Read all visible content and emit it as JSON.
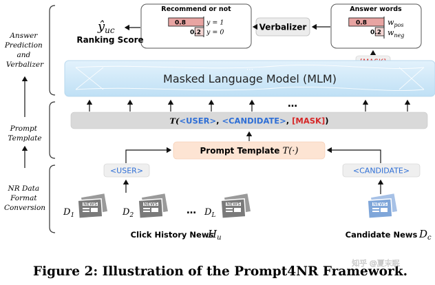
{
  "stages": [
    {
      "label": [
        "Answer",
        "Prediction",
        "and",
        "Verbalizer"
      ]
    },
    {
      "label": [
        "Prompt",
        "Template"
      ]
    },
    {
      "label": [
        "NR Data",
        "Format",
        "Conversion"
      ]
    }
  ],
  "recommend_box": {
    "title": "Recommend or not",
    "bars": [
      {
        "value": "0.8",
        "fraction": 0.8,
        "label": "y = 1",
        "color": "#e8a4a2"
      },
      {
        "value": "0.2",
        "fraction": 0.2,
        "label": "y = 0",
        "color": "#f3d5d3"
      }
    ]
  },
  "ranking": {
    "symbol": "ŷ",
    "subscript": "uc",
    "label": "Ranking Score"
  },
  "verbalizer": {
    "label": "Verbalizer"
  },
  "answer_box": {
    "title": "Answer words",
    "bars": [
      {
        "value": "0.8",
        "fraction": 0.8,
        "label": "w",
        "sub": "pos",
        "color": "#e8a4a2"
      },
      {
        "value": "0.2",
        "fraction": 0.2,
        "label": "w",
        "sub": "neg",
        "color": "#f3d5d3"
      }
    ]
  },
  "mask_token": "[MASK]",
  "mlm": {
    "label": "Masked Language Model (MLM)"
  },
  "template_bar": {
    "prefix": "T(",
    "user": "<USER>",
    "sep1": ", ",
    "candidate": "<CANDIDATE>",
    "sep2": ", ",
    "mask": "[MASK]",
    "suffix": ")"
  },
  "prompt_template": {
    "label": "Prompt Template",
    "func": "T(·)"
  },
  "user_token": "<USER>",
  "candidate_token": "<CANDIDATE>",
  "ellipsis": "…",
  "news_icon_label": "NEWS",
  "history": {
    "items": [
      {
        "letter": "D",
        "sub": "1"
      },
      {
        "letter": "D",
        "sub": "2"
      },
      {
        "letter": "D",
        "sub": "L"
      }
    ],
    "label": "Click History News",
    "symbol": "H",
    "symbol_sub": "u"
  },
  "candidate": {
    "label": "Candidate News",
    "symbol": "D",
    "symbol_sub": "c"
  },
  "caption": "Figure 2: Illustration of the Prompt4NR Framework.",
  "watermark": "知乎 @夏末眠",
  "colors": {
    "blue_text": "#2f6fd6",
    "red_text": "#d62828",
    "mlm_fill": "#cfe8f8",
    "gray_bar": "#d9d9d9",
    "pink_fill": "#fde4d3",
    "icon_gray": "#7a7a7a",
    "icon_blue": "#7fa6d9"
  }
}
